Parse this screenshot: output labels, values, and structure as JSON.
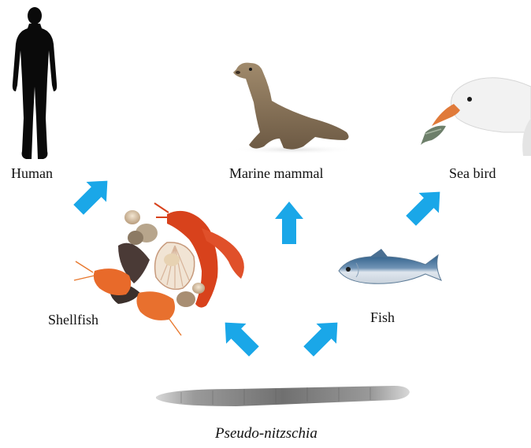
{
  "nodes": {
    "human": {
      "label": "Human"
    },
    "marine_mammal": {
      "label": "Marine mammal"
    },
    "sea_bird": {
      "label": "Sea bird"
    },
    "shellfish": {
      "label": "Shellfish"
    },
    "fish": {
      "label": "Fish"
    },
    "source": {
      "label": "Pseudo-nitzschia"
    }
  },
  "colors": {
    "arrow": "#1aa7e8",
    "human": "#0a0a0a",
    "seal": "#8a7358",
    "fish_back": "#3c6f9a",
    "fish_belly": "#d8e0e8",
    "lobster": "#d8421c",
    "shrimp": "#e86a2a",
    "shell": "#d9c4a6",
    "diatom": "#8a8a8a",
    "gull": "#f2f2f2",
    "gull_beak": "#e07a3a"
  }
}
